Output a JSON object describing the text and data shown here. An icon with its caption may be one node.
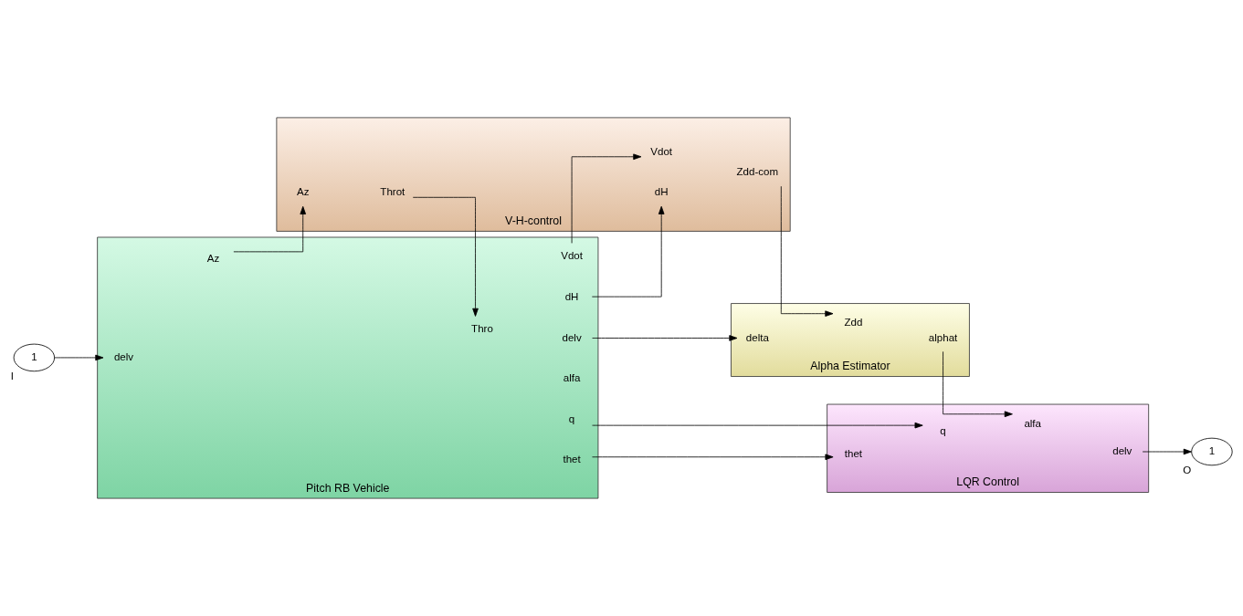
{
  "diagram": {
    "nodes": [
      {
        "text": [
          "1"
        ],
        "beside": [
          "I"
        ]
      },
      {
        "text": [
          "Pitch RB Vehicle"
        ]
      },
      {
        "text": [
          "delv"
        ],
        "in": 1
      },
      {
        "text": [
          "Thro"
        ],
        "in": 1
      },
      {
        "text": [
          "thet"
        ],
        "in": 1
      },
      {
        "text": [
          "q"
        ],
        "in": 1
      },
      {
        "text": [
          "alfa"
        ],
        "in": 1
      },
      {
        "text": [
          "delv"
        ],
        "in": 1
      },
      {
        "text": [
          "Az"
        ],
        "in": 1
      },
      {
        "text": [
          "dH"
        ],
        "in": 1
      },
      {
        "text": [
          "Vdot"
        ],
        "in": 1
      },
      {
        "text": [
          "V-H-control"
        ]
      },
      {
        "text": [
          "Az"
        ],
        "in": 11
      },
      {
        "text": [
          "dH"
        ],
        "in": 11
      },
      {
        "text": [
          "Vdot"
        ],
        "in": 11
      },
      {
        "text": [
          "Zdd-com"
        ],
        "in": 11
      },
      {
        "text": [
          "Throt"
        ],
        "in": 11
      },
      {
        "text": [
          "Alpha Estimator"
        ]
      },
      {
        "text": [
          "delta"
        ],
        "in": 17
      },
      {
        "text": [
          "Zdd"
        ],
        "in": 17
      },
      {
        "text": [
          "alphat"
        ],
        "in": 17
      },
      {
        "text": [
          "LQR Control"
        ]
      },
      {
        "text": [
          "thet"
        ],
        "in": 21
      },
      {
        "text": [
          "q"
        ],
        "in": 21
      },
      {
        "text": [
          "alfa"
        ],
        "in": 21
      },
      {
        "text": [
          "delv"
        ],
        "in": 21
      },
      {
        "text": [
          "1"
        ],
        "beside": [
          "O"
        ]
      }
    ],
    "edges": [
      {
        "from": 0,
        "to": 2,
        "arrow": "to"
      },
      {
        "from": 4,
        "to": 22,
        "arrow": "to"
      },
      {
        "from": 5,
        "to": 23,
        "arrow": "to"
      },
      {
        "from": 7,
        "to": 18,
        "arrow": "to"
      },
      {
        "from": 8,
        "to": 12,
        "arrow": "to"
      },
      {
        "from": 9,
        "to": 13,
        "arrow": "to"
      },
      {
        "from": 10,
        "to": 14,
        "arrow": "to"
      },
      {
        "from": 15,
        "to": 19,
        "arrow": "to"
      },
      {
        "from": 20,
        "to": 24,
        "arrow": "to"
      },
      {
        "from": 25,
        "to": 26,
        "arrow": "to"
      },
      {
        "from": 16,
        "to": 3,
        "arrow": "to"
      }
    ]
  }
}
